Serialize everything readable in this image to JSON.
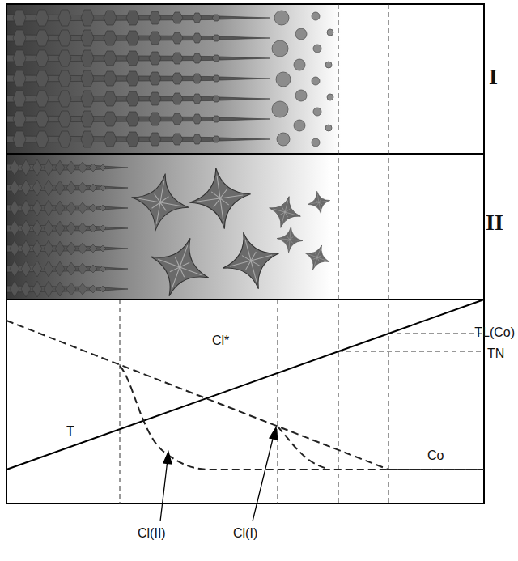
{
  "diagram": {
    "labels": [
      "I",
      "II",
      "TL(Co)",
      "TN",
      "Cl*",
      "T",
      "Co",
      "Cl(II)",
      "Cl(I)"
    ]
  }
}
